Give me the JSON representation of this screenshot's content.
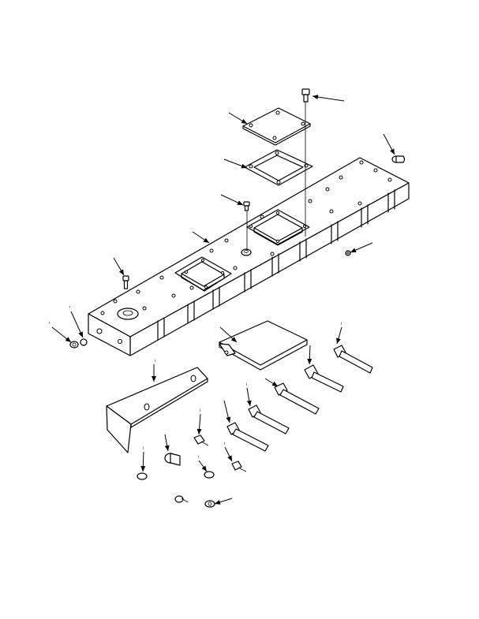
{
  "diagram": {
    "style": "exploded parts view, black line art on white",
    "callout_marks": [
      "i",
      "i",
      "i",
      "i",
      "i",
      "i",
      "i",
      "i",
      "i"
    ]
  }
}
